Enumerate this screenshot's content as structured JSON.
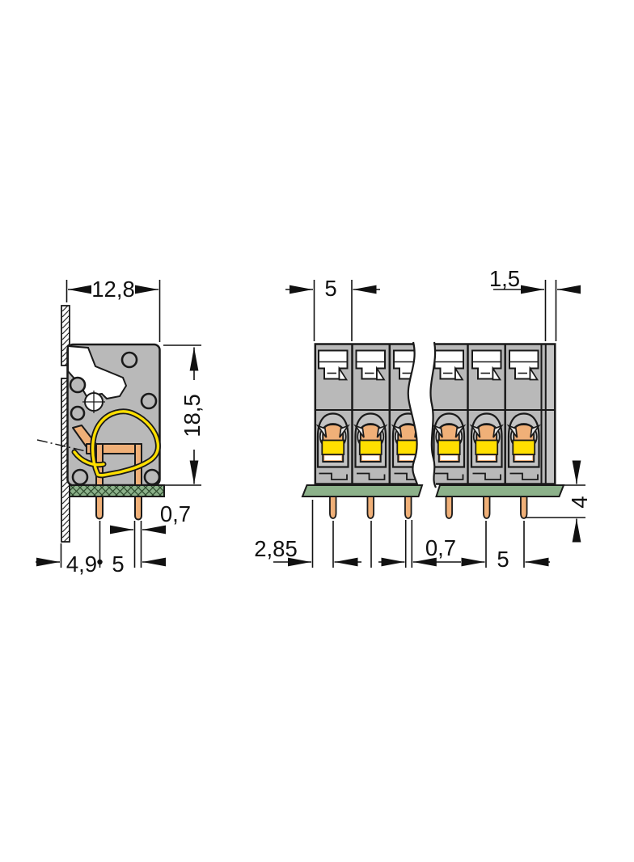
{
  "side_view": {
    "labels": {
      "overall_width": "12,8",
      "overall_height": "18,5",
      "pin_width": "0,7",
      "panel_offset": "4,9",
      "pin_pitch": "5"
    }
  },
  "front_view": {
    "labels": {
      "pole_pitch": "5",
      "end_wall_thickness": "1,5",
      "edge_to_first_pin": "2,85",
      "pin_width": "0,7",
      "pin_pitch": "5",
      "pin_length": "4"
    }
  },
  "colors": {
    "housing_gray": "#b9b9b9",
    "pcb_green": "#8cb18a",
    "conductor_copper": "#f0b078",
    "spring_yellow": "#ffdf00",
    "outline": "#1a1a1a",
    "background": "#ffffff"
  }
}
